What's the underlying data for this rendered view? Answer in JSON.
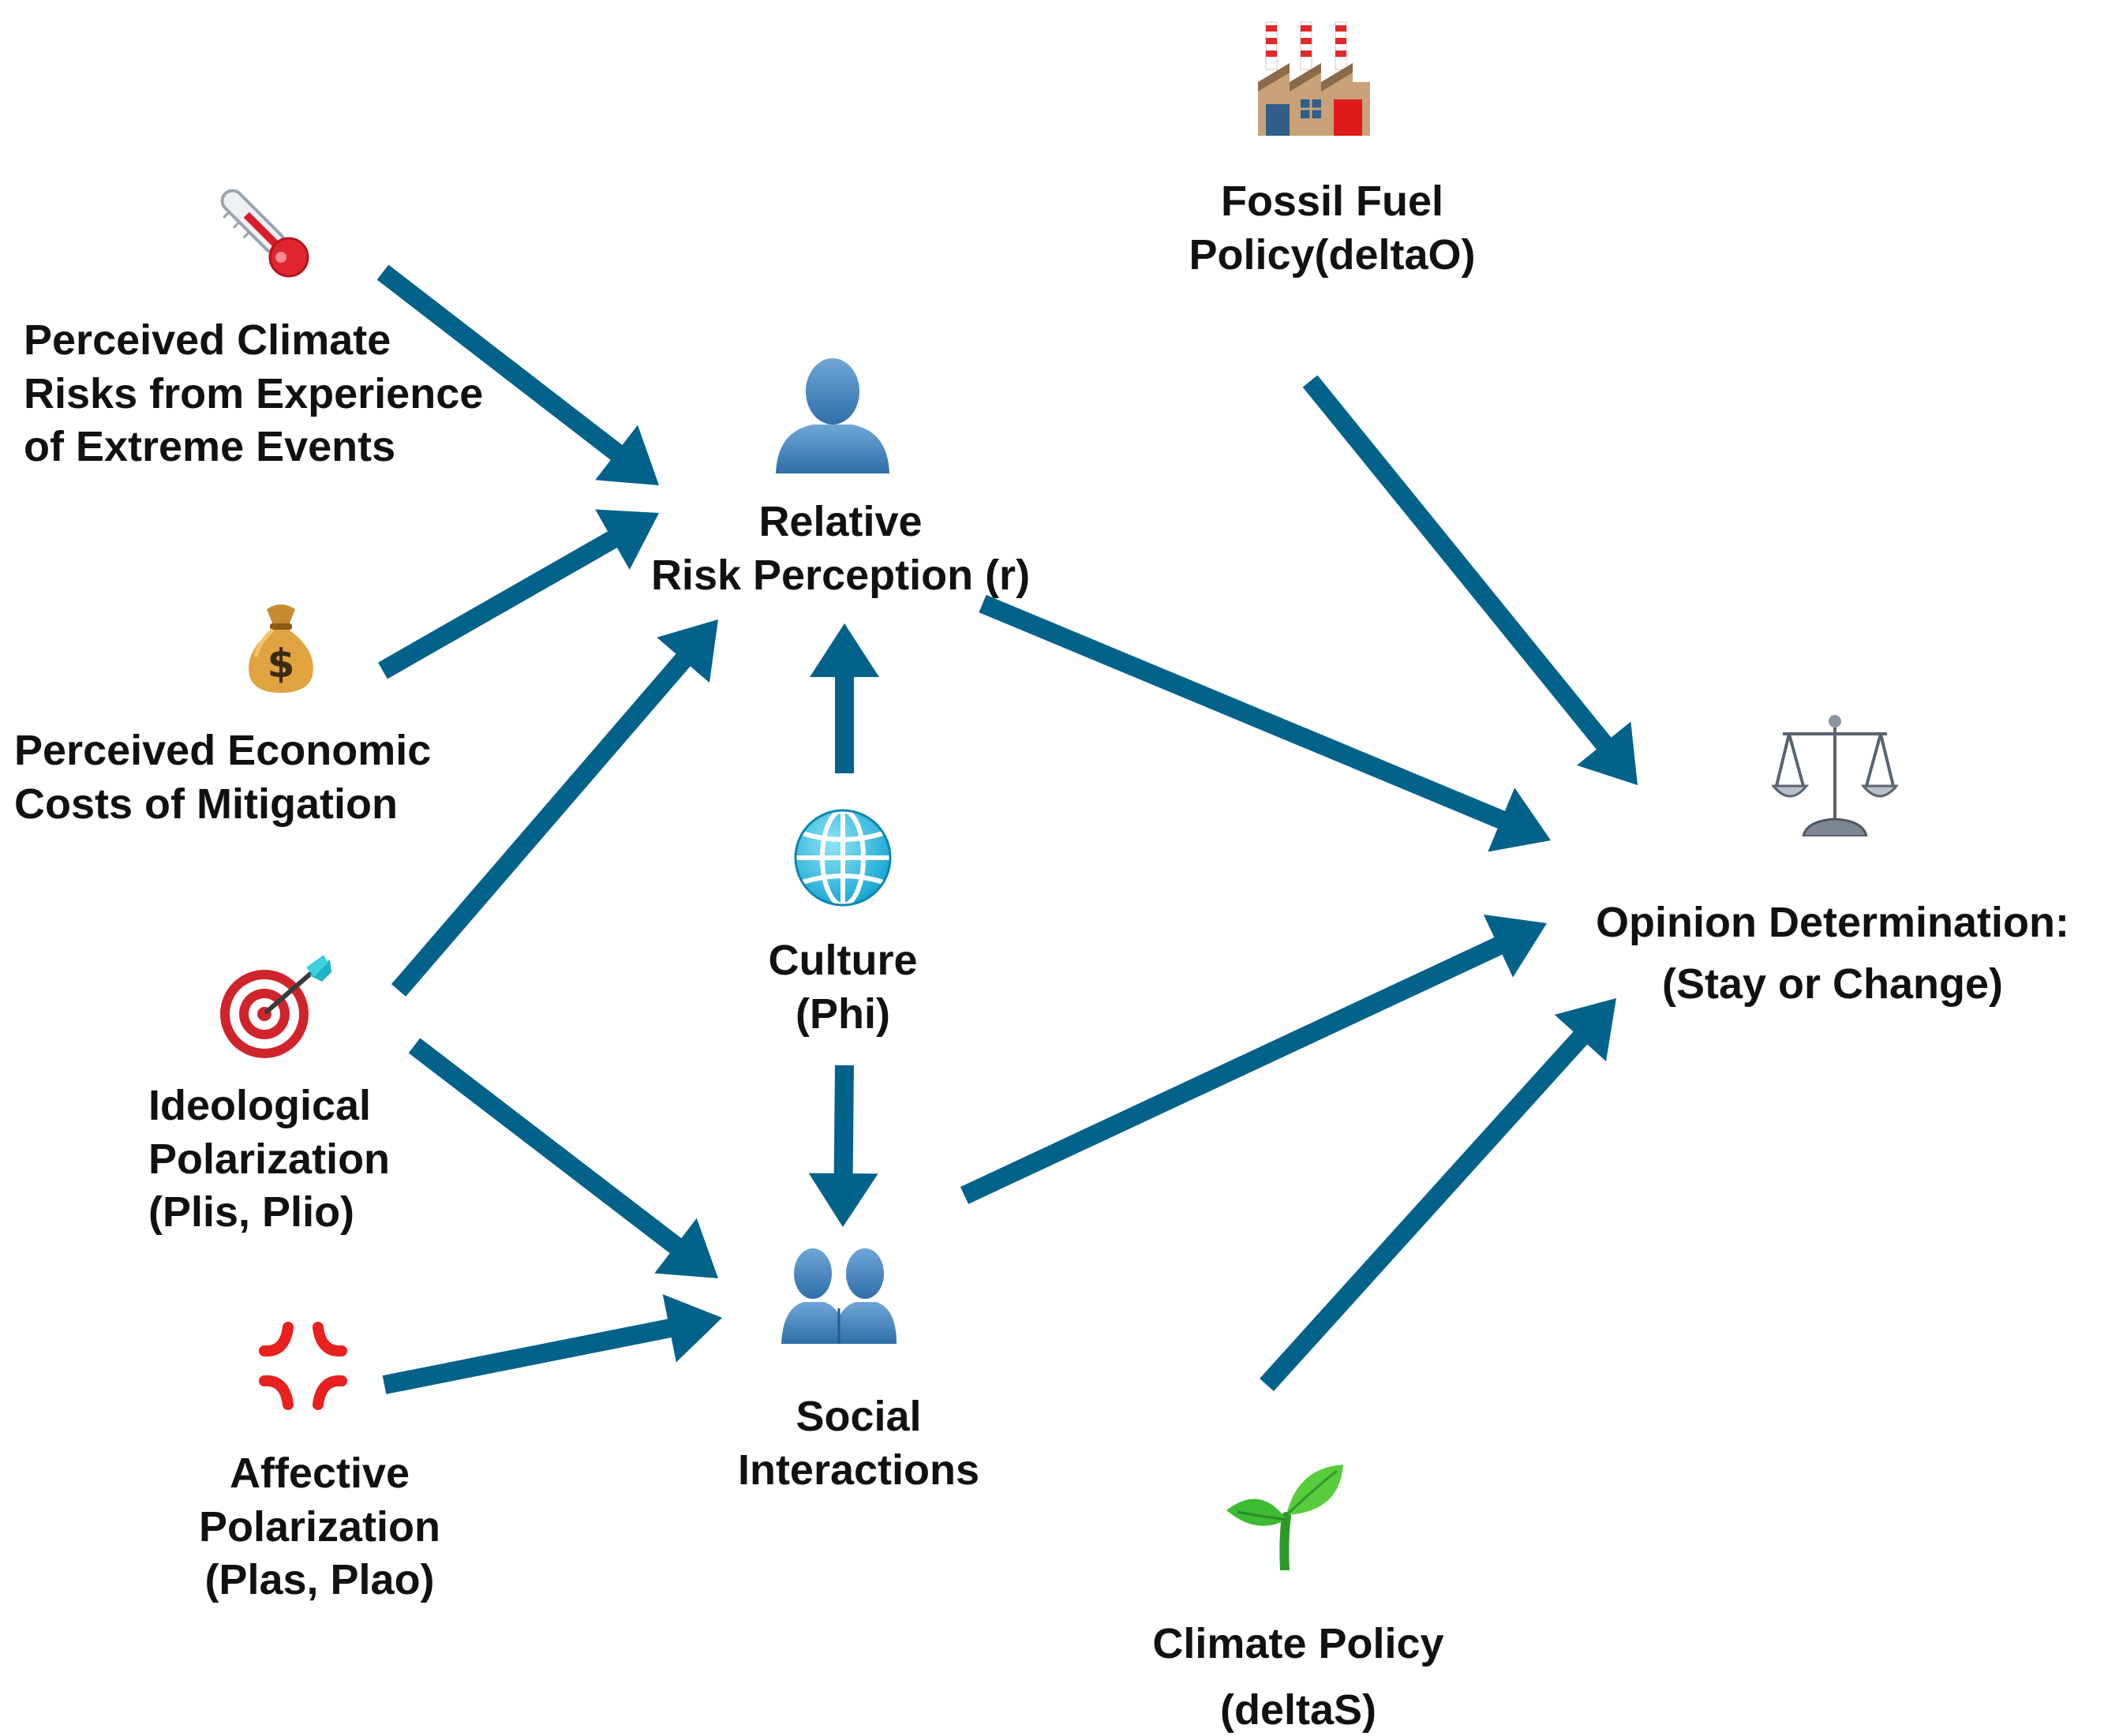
{
  "colors": {
    "arrow": "#03628a",
    "text": "#111111",
    "background": "#ffffff"
  },
  "nodes": {
    "perceived_climate_risks": {
      "icon": "thermometer-icon",
      "lines": [
        "Perceived Climate",
        "Risks from Experience",
        "of Extreme Events"
      ]
    },
    "perceived_economic_costs": {
      "icon": "money-bag-icon",
      "lines": [
        "Perceived Economic",
        "Costs of Mitigation"
      ]
    },
    "ideological_polarization": {
      "icon": "target-dart-icon",
      "lines": [
        "Ideological",
        "Polarization",
        "(Plis, Plio)"
      ]
    },
    "affective_polarization": {
      "icon": "anger-symbol-icon",
      "lines": [
        "Affective",
        "Polarization",
        "(Plas, Plao)"
      ]
    },
    "relative_risk_perception": {
      "icon": "person-silhouette-icon",
      "lines": [
        "Relative",
        "Risk Perception (r)"
      ]
    },
    "culture": {
      "icon": "globe-icon",
      "lines": [
        "Culture",
        "(Phi)"
      ]
    },
    "social_interactions": {
      "icon": "two-people-icon",
      "lines": [
        "Social",
        "Interactions"
      ]
    },
    "fossil_fuel_policy": {
      "icon": "factory-icon",
      "lines": [
        "Fossil Fuel",
        "Policy(deltaO)"
      ]
    },
    "climate_policy": {
      "icon": "seedling-icon",
      "lines": [
        "Climate Policy",
        "(deltaS)"
      ]
    },
    "opinion_determination": {
      "icon": "balance-scale-icon",
      "lines": [
        "Opinion Determination:",
        "(Stay or Change)"
      ]
    }
  },
  "edges": [
    {
      "from": "perceived_climate_risks",
      "to": "relative_risk_perception"
    },
    {
      "from": "perceived_economic_costs",
      "to": "relative_risk_perception"
    },
    {
      "from": "ideological_polarization",
      "to": "relative_risk_perception"
    },
    {
      "from": "ideological_polarization",
      "to": "social_interactions"
    },
    {
      "from": "affective_polarization",
      "to": "social_interactions"
    },
    {
      "from": "culture",
      "to": "relative_risk_perception"
    },
    {
      "from": "culture",
      "to": "social_interactions"
    },
    {
      "from": "relative_risk_perception",
      "to": "opinion_determination"
    },
    {
      "from": "social_interactions",
      "to": "opinion_determination"
    },
    {
      "from": "fossil_fuel_policy",
      "to": "opinion_determination"
    },
    {
      "from": "climate_policy",
      "to": "opinion_determination"
    }
  ]
}
